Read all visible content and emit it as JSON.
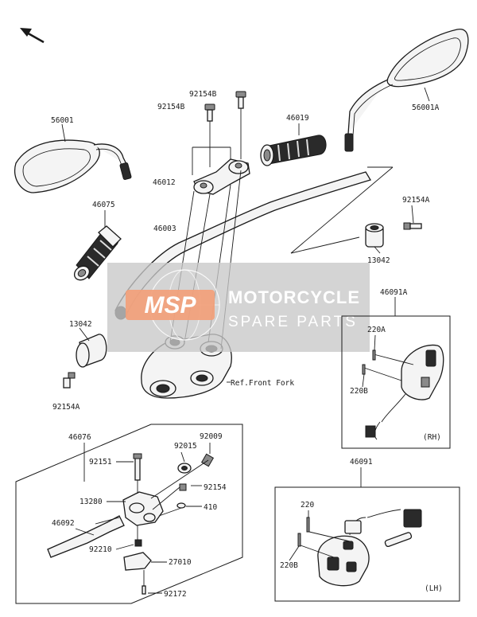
{
  "labels": {
    "p56001": "56001",
    "p56001A": "56001A",
    "p92154B_a": "92154B",
    "p92154B_b": "92154B",
    "p46012": "46012",
    "p46019": "46019",
    "p46075": "46075",
    "p46003": "46003",
    "p92154A_top": "92154A",
    "p13042_right": "13042",
    "p13042_left": "13042",
    "p92154A_left": "92154A",
    "ref_front_fork": "Ref.Front Fork",
    "p46091A": "46091A",
    "p220A": "220A",
    "p220B_rh": "220B",
    "rh": "(RH)",
    "p46076": "46076",
    "p92009": "92009",
    "p92015": "92015",
    "p92151": "92151",
    "p92154": "92154",
    "p13280": "13280",
    "p410": "410",
    "p46092": "46092",
    "p92210": "92210",
    "p27010": "27010",
    "p92172": "92172",
    "p46091": "46091",
    "p220": "220",
    "p220B_lh": "220B",
    "lh": "(LH)"
  },
  "watermark": {
    "logo": "MSP",
    "line1": "MOTORCYCLE",
    "line2": "SPARE PARTS"
  },
  "colors": {
    "watermark_band": "#c8c8c8",
    "watermark_logo": "#f2a07a"
  },
  "icons": {
    "direction": "arrow-up-left-icon"
  }
}
